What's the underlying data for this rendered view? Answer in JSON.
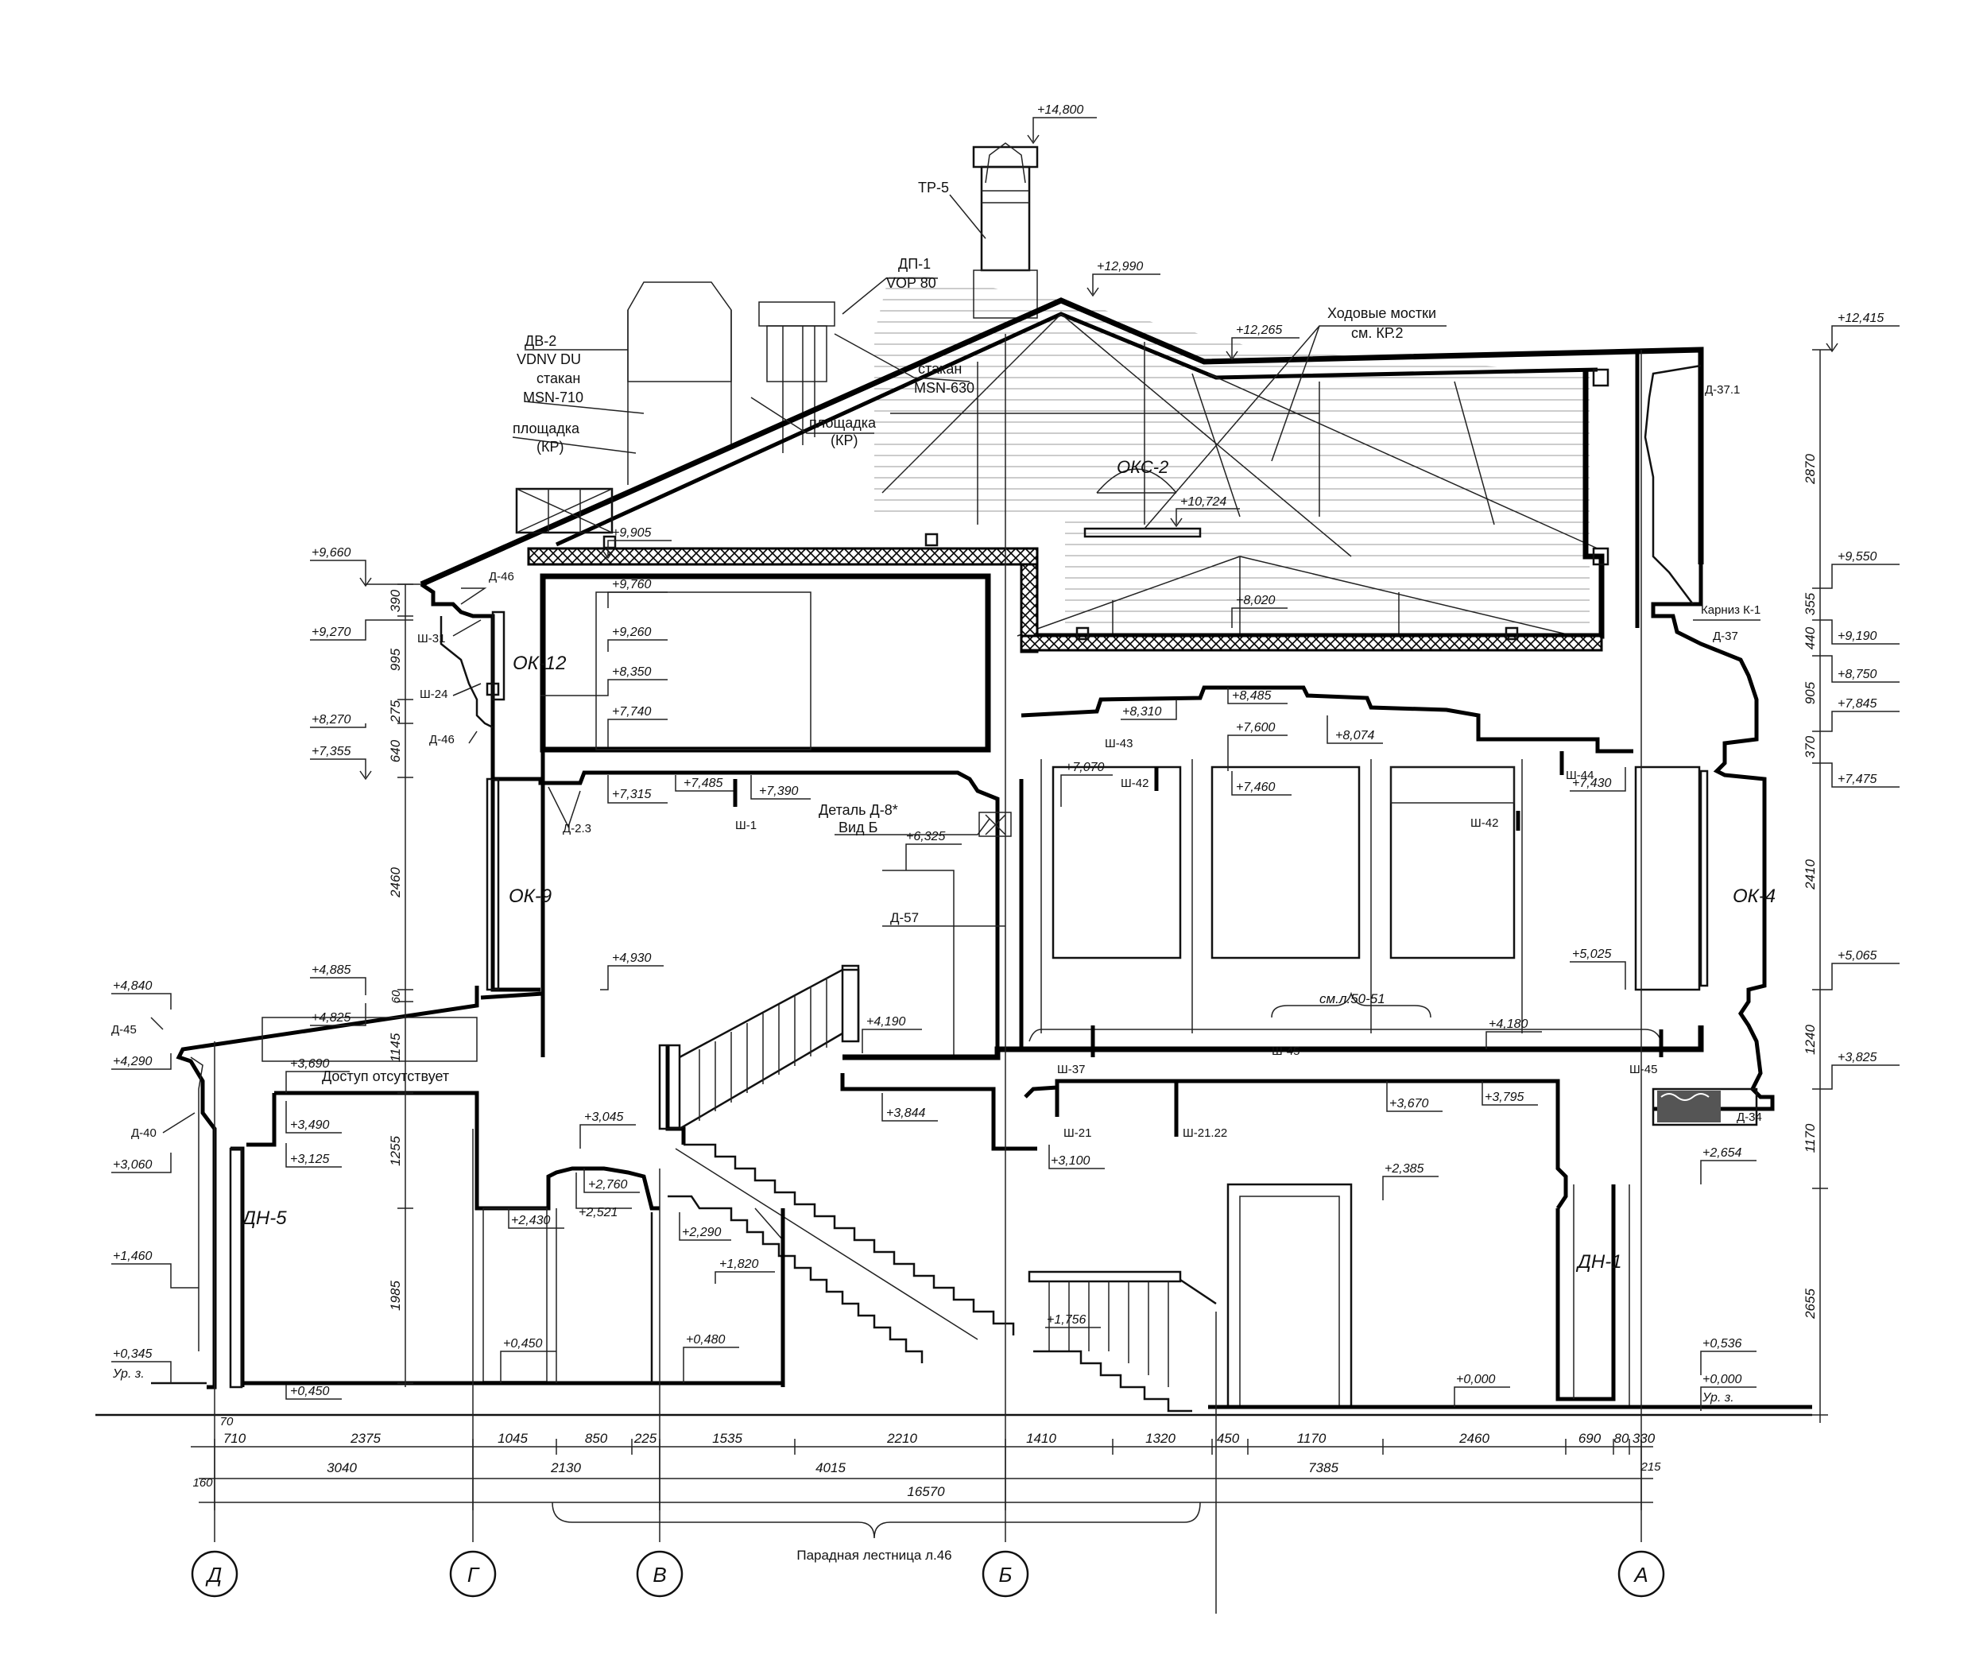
{
  "elevations": {
    "e14800": "+14,800",
    "e12990": "+12,990",
    "e12265": "+12,265",
    "e12415": "+12,415",
    "e10724": "+10,724",
    "e9905": "+9,905",
    "e9760": "+9,760",
    "e9660": "+9,660",
    "e9550": "+9,550",
    "e9270": "+9,270",
    "e9260": "+9,260",
    "e9190": "+9,190",
    "e8750": "+8,750",
    "e8485": "+8,485",
    "e8350": "+8,350",
    "e8310": "+8,310",
    "e8270": "+8,270",
    "e8074": "+8,074",
    "e8020": "+8,020",
    "e7845": "+7,845",
    "e7740": "+7,740",
    "e7600": "+7,600",
    "e7485": "+7,485",
    "e7475": "+7,475",
    "e7460": "+7,460",
    "e7430": "+7,430",
    "e7390": "+7,390",
    "e7355": "+7,355",
    "e7315": "+7,315",
    "e7070": "+7,070",
    "e6325": "+6,325",
    "e5065": "+5,065",
    "e5025": "+5,025",
    "e4930": "+4,930",
    "e4885": "+4,885",
    "e4840": "+4,840",
    "e4825": "+4,825",
    "e4290": "+4,290",
    "e4190": "+4,190",
    "e4180": "+4,180",
    "e3844": "+3,844",
    "e3825": "+3,825",
    "e3795": "+3,795",
    "e3690": "+3,690",
    "e3670": "+3,670",
    "e3490": "+3,490",
    "e3125": "+3,125",
    "e3100": "+3,100",
    "e3060": "+3,060",
    "e3045": "+3,045",
    "e2760": "+2,760",
    "e2654": "+2,654",
    "e2521": "+2,521",
    "e2430": "+2,430",
    "e2385": "+2,385",
    "e2290": "+2,290",
    "e1820": "+1,820",
    "e1460": "+1,460",
    "e1756": "+1,756",
    "e0536": "+0,536",
    "e0480": "+0,480",
    "e0450a": "+0,450",
    "e0450b": "+0,450",
    "e0345": "+0,345",
    "e0000a": "+0,000",
    "e0000b": "+0,000",
    "ground_left": "Ур. з.",
    "ground_right": "Ур. з."
  },
  "labels": {
    "tr5": "ТР-5",
    "dp1": "ДП-1",
    "vop80": "VOP 80",
    "dv2": "ДВ-2",
    "vdnv": "VDNV DU",
    "stakan1": "стакан",
    "msn710": "MSN-710",
    "stakan2": "стакан",
    "msn630": "MSN-630",
    "plosh1": "площадка",
    "kp1": "(КР)",
    "plosh2": "площадка",
    "kp2": "(КР)",
    "most1": "Ходовые мостки",
    "most2": "см. КР.2",
    "oks2": "ОКС-2",
    "ok12": "ОК-12",
    "ok9": "ОК-9",
    "ok4": "ОК-4",
    "dn5": "ДН-5",
    "dn1": "ДН-1",
    "d46a": "Д-46",
    "d46b": "Д-46",
    "d45": "Д-45",
    "d40": "Д-40",
    "d23": "Д-2.3",
    "d57": "Д-57",
    "d371": "Д-37.1",
    "d37": "Д-37",
    "d34": "Д-34",
    "karniz": "Карниз К-1",
    "sh31": "Ш-31",
    "sh24": "Ш-24",
    "sh1": "Ш-1",
    "sh43": "Ш-43",
    "sh42a": "Ш-42",
    "sh42b": "Ш-42",
    "sh44": "Ш-44",
    "sh37": "Ш-37",
    "sh45a": "Ш-45",
    "sh45b": "Ш-45",
    "sh21": "Ш-21",
    "sh2122": "Ш-21.22",
    "detail1": "Деталь Д-8*",
    "detail2": "Вид Б",
    "see": "см.л.50-51",
    "access": "Доступ отсутствует",
    "stair": "Парадная лестница л.46"
  },
  "dims_right": {
    "d2870": "2870",
    "d355": "355",
    "d440": "440",
    "d905": "905",
    "d370": "370",
    "d2410": "2410",
    "d1240": "1240",
    "d1170": "1170",
    "d2655": "2655"
  },
  "dims_left": {
    "d390": "390",
    "d995": "995",
    "d275": "275",
    "d640": "640",
    "d2460": "2460",
    "d60": "60",
    "d1145": "1145",
    "d1255": "1255",
    "d1985": "1985"
  },
  "dims_bottom": {
    "r1": [
      "710",
      "2375",
      "1045",
      "850",
      "225",
      "1535",
      "2210",
      "1410",
      "1320",
      "450",
      "1170",
      "2460",
      "690",
      "80",
      "330"
    ],
    "r2": [
      "3040",
      "2130",
      "4015",
      "7385"
    ],
    "total": "16570",
    "small70": "70",
    "small160": "160",
    "small215": "215"
  },
  "axes": [
    "Д",
    "Г",
    "В",
    "Б",
    "А"
  ]
}
